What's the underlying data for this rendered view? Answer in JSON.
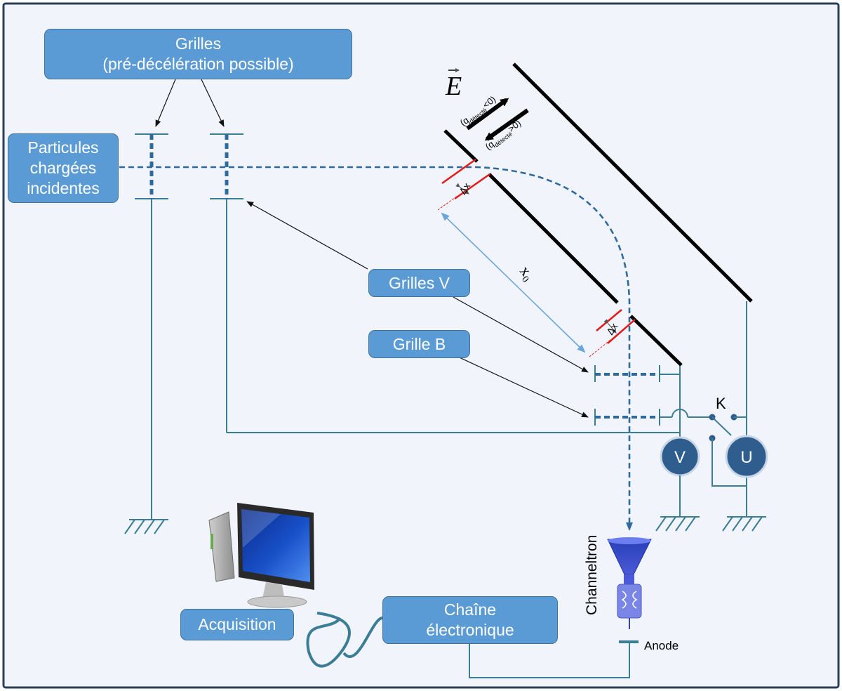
{
  "labels": {
    "grilles_title": "Grilles",
    "grilles_subtitle": "(pré-décélération possible)",
    "particules_1": "Particules",
    "particules_2": "chargées",
    "particules_3": "incidentes",
    "grilles_v": "Grilles V",
    "grille_b": "Grille B",
    "acquisition": "Acquisition",
    "chaine_1": "Chaîne",
    "chaine_2": "électronique",
    "channeltron": "Channeltron",
    "anode": "Anode",
    "switch_k": "K",
    "meter_v": "V",
    "meter_u": "U",
    "field_e": "E",
    "q_neg": "(q",
    "q_neg_sub": "détecté",
    "q_neg_tail": "<0)",
    "q_pos": "(q",
    "q_pos_sub": "détecté",
    "q_pos_tail": ">0)",
    "delta_x": "Δx",
    "x0": "x",
    "x0_sub": "0"
  },
  "colors": {
    "label_box": "#5b9bd5",
    "label_box_border": "#41719c",
    "wire": "#3b7d95",
    "beam": "#2e6a9e",
    "plate": "#000000",
    "gap_marker": "#e31b1b",
    "x0_arrow": "#6aa6d8",
    "frame": "#2b3f5c"
  },
  "icons": [
    "computer-monitor-icon",
    "channeltron-icon",
    "ground-symbol-icon",
    "switch-icon"
  ]
}
